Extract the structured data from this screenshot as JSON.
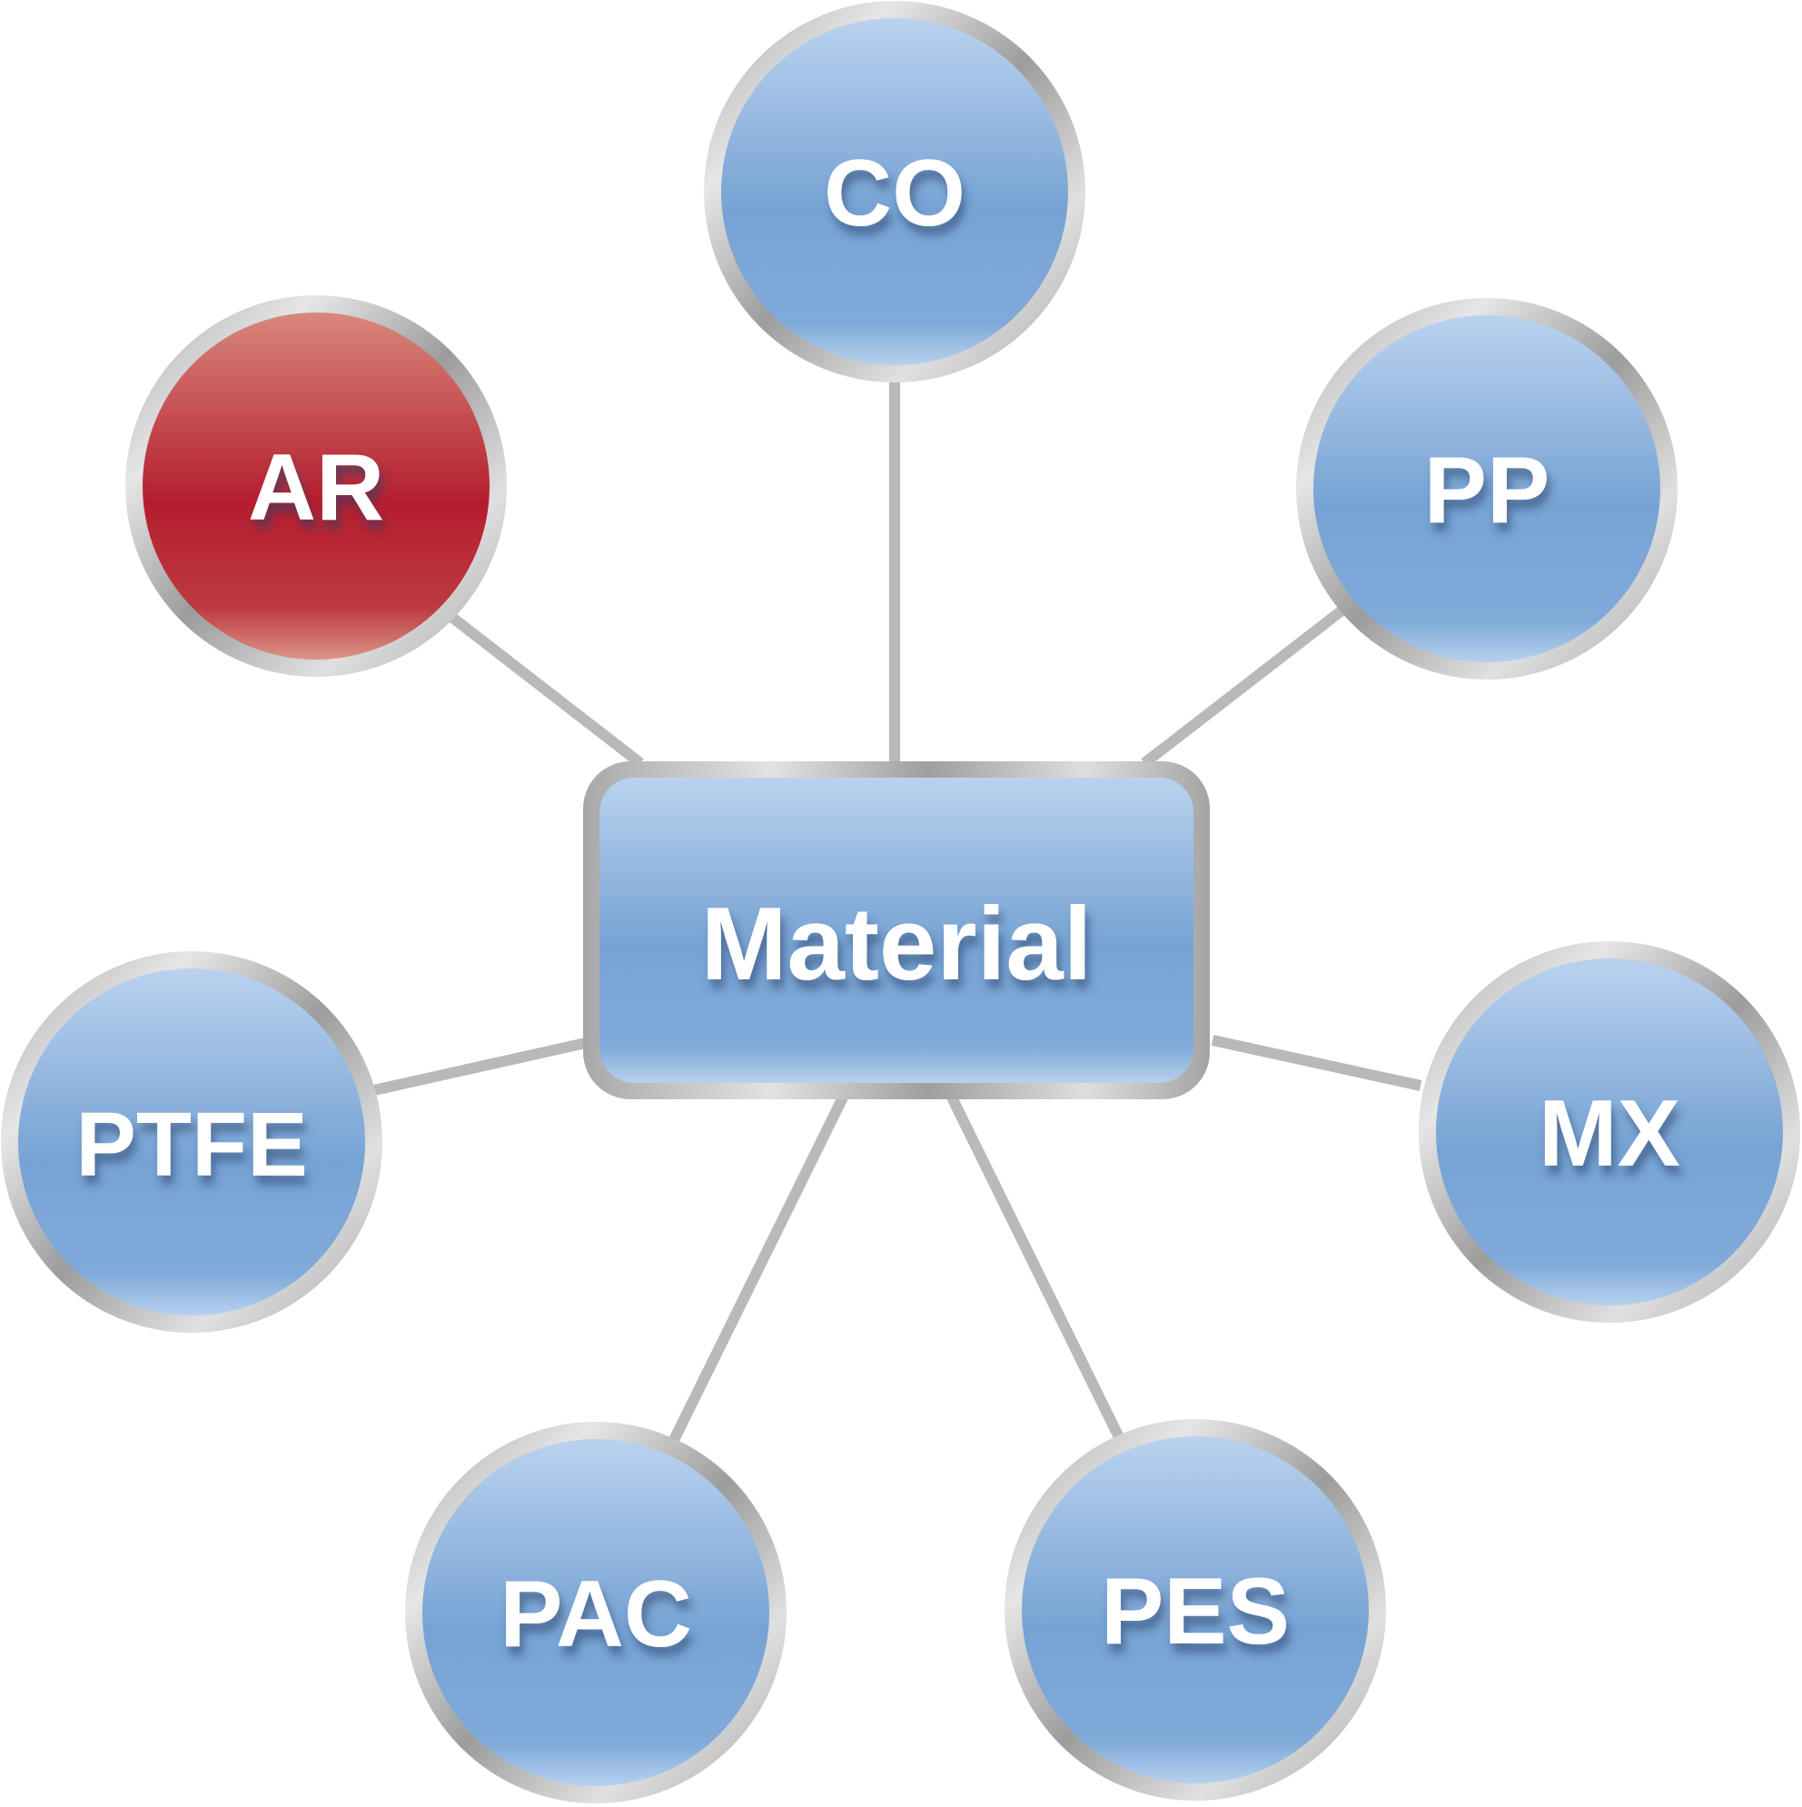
{
  "center": {
    "label": "Material"
  },
  "nodes": [
    {
      "id": "co",
      "label": "CO",
      "variant": "blue"
    },
    {
      "id": "pp",
      "label": "PP",
      "variant": "blue"
    },
    {
      "id": "mx",
      "label": "MX",
      "variant": "blue"
    },
    {
      "id": "pes",
      "label": "PES",
      "variant": "blue"
    },
    {
      "id": "pac",
      "label": "PAC",
      "variant": "blue"
    },
    {
      "id": "ptfe",
      "label": "PTFE",
      "variant": "blue"
    },
    {
      "id": "ar",
      "label": "AR",
      "variant": "red"
    }
  ],
  "colors": {
    "blue_top": "#bad2ef",
    "blue_mid": "#77a3d4",
    "blue_bottom": "#9fc0e8",
    "red_top": "#d9877c",
    "red_mid": "#b51d2e",
    "red_bottom": "#d4837a",
    "ring_light": "#e2e2e2",
    "ring_dark": "#9a9a9a",
    "connector": "#b9b9b9"
  }
}
